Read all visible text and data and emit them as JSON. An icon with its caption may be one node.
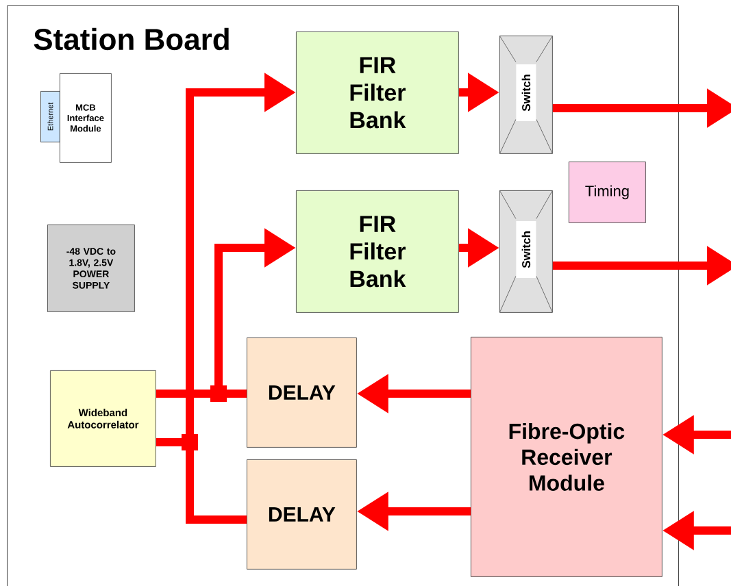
{
  "diagram": {
    "nodes": [
      {
        "text": [
          "Station Board"
        ]
      },
      {
        "text": [
          "Ethernet"
        ],
        "in": 0
      },
      {
        "text": [
          "MCB Interface Module"
        ],
        "in": 0
      },
      {
        "text": [
          "-48 VDC to 1.8V, 2.5V POWER SUPPLY"
        ],
        "in": 0
      },
      {
        "text": [
          "Wideband Autocorrelator"
        ],
        "in": 0
      },
      {
        "text": [
          "FIR Filter Bank"
        ],
        "in": 0
      },
      {
        "text": [
          "Switch"
        ],
        "in": 0
      },
      {
        "text": [
          "Timing"
        ],
        "in": 0
      },
      {
        "text": [
          "FIR Filter Bank"
        ],
        "in": 0
      },
      {
        "text": [
          "Switch"
        ],
        "in": 0
      },
      {
        "text": [
          "DELAY"
        ],
        "in": 0
      },
      {
        "text": [
          "DELAY"
        ],
        "in": 0
      },
      {
        "text": [
          "Fibre-Optic Receiver Module"
        ],
        "in": 0
      }
    ],
    "edges": [
      {
        "from": 10,
        "to": 8,
        "arrow": "to"
      },
      {
        "from": 10,
        "to": 4,
        "arrow": "none"
      },
      {
        "from": 11,
        "to": 5,
        "arrow": "to"
      },
      {
        "from": 11,
        "to": 4,
        "arrow": "none"
      },
      {
        "from": 5,
        "to": 6,
        "arrow": "to"
      },
      {
        "from": 8,
        "to": 9,
        "arrow": "to"
      },
      {
        "from": 6,
        "to": null,
        "arrow": "to"
      },
      {
        "from": 9,
        "to": null,
        "arrow": "to"
      },
      {
        "from": null,
        "to": 12,
        "arrow": "to"
      },
      {
        "from": null,
        "to": 12,
        "arrow": "to"
      },
      {
        "from": 12,
        "to": 10,
        "arrow": "to"
      },
      {
        "from": 12,
        "to": 11,
        "arrow": "to"
      }
    ]
  }
}
